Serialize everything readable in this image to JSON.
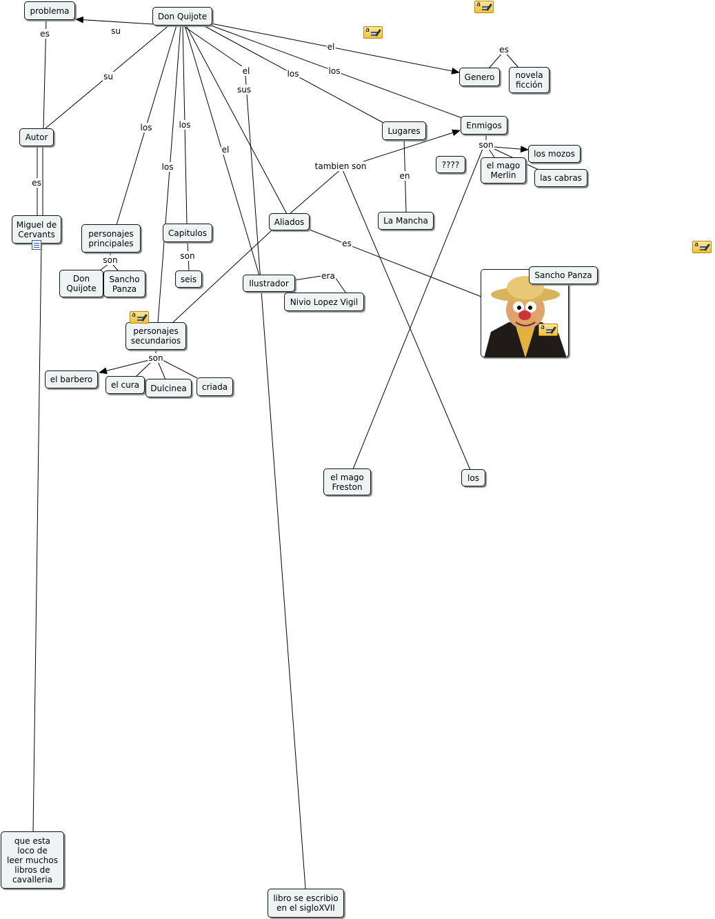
{
  "concept_map": {
    "nodes": {
      "don_quijote": "Don Quijote",
      "problema": "problema",
      "autor": "Autor",
      "miguel": "Miguel de\nCervants",
      "genero": "Genero",
      "novela": "novela\nficción",
      "lugares": "Lugares",
      "la_mancha": "La Mancha",
      "enmigos": "Enmigos",
      "los_mozos": "los mozos",
      "mago_merlin": "el mago\nMerlin",
      "cabras": "las cabras",
      "interrogantes": "????",
      "aliados": "Aliados",
      "sancho_panza": "Sancho Panza",
      "pers_principales": "personajes\nprincipales",
      "don_quijote_2": "Don\nQuijote",
      "sancho_panza_2": "Sancho\nPanza",
      "capitulos": "Capitulos",
      "seis": "seis",
      "ilustrador": "Ilustrador",
      "nivio": "Nivio Lopez Vigil",
      "pers_secundarios": "personajes\nsecundarios",
      "barbero": "el barbero",
      "cura": "el cura",
      "dulcinea": "Dulcinea",
      "criada": "criada",
      "mago_freston": "el mago\nFreston",
      "los_node": "los",
      "loco": "que esta\nloco de\nleer muchos\nlibros de\ncavalleria",
      "libro": "libro se escribio\nen el sigloXVII"
    },
    "links": {
      "su_problema": "su",
      "es_problema": "es",
      "su_autor": "su",
      "es_autor": "es",
      "el_genero": "el",
      "es_genero": "es",
      "los_lugares": "los",
      "en_lugares": "en",
      "los_enmigos": "los",
      "son_enmigos": "son",
      "tambien_son": "tambien son",
      "el_sus_1": "el",
      "el_sus_2": "sus",
      "es_aliados": "es",
      "los_principales": "los",
      "son_principales": "son",
      "los_capitulos": "los",
      "son_capitulos": "son",
      "los_secundarios": "los",
      "son_secundarios": "son",
      "el_ilustrador": "el",
      "era": "era"
    },
    "icons": {
      "note": "annotation-note-icon",
      "doc": "attached-document-icon",
      "portrait": "sancho-panza-portrait"
    },
    "colors": {
      "node_fill": "#eef4f4",
      "line": "#000000",
      "note_fill": "#f4c233"
    }
  }
}
